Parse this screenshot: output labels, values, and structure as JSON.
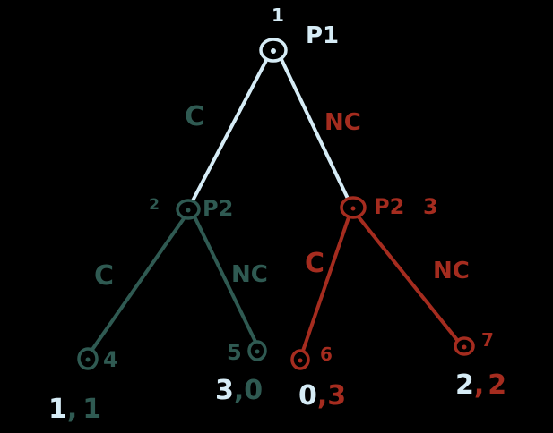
{
  "colors": {
    "background": "#000000",
    "root_branch": "#d6ecf6",
    "left_subtree": "#2f5a52",
    "right_subtree": "#a52c1f"
  },
  "nodes": {
    "root": {
      "number": "1",
      "player": "P1"
    },
    "left_decision": {
      "number": "2",
      "player": "P2"
    },
    "right_decision": {
      "number": "3",
      "player": "P2"
    },
    "leaf_4": {
      "number": "4"
    },
    "leaf_5": {
      "number": "5"
    },
    "leaf_6": {
      "number": "6"
    },
    "leaf_7": {
      "number": "7"
    }
  },
  "edges": {
    "root_left": "C",
    "root_right": "NC",
    "p2_left_left": "C",
    "p2_left_right": "NC",
    "p2_right_left": "C",
    "p2_right_right": "NC"
  },
  "payoffs": {
    "leaf_4": {
      "p1": "1",
      "sep": ",",
      "p2": "1"
    },
    "leaf_5": {
      "p1": "3",
      "sep": ",",
      "p2": "0"
    },
    "leaf_6": {
      "p1": "0",
      "sep": ",",
      "p2": "3"
    },
    "leaf_7": {
      "p1": "2",
      "sep": ",",
      "p2": "2"
    }
  }
}
